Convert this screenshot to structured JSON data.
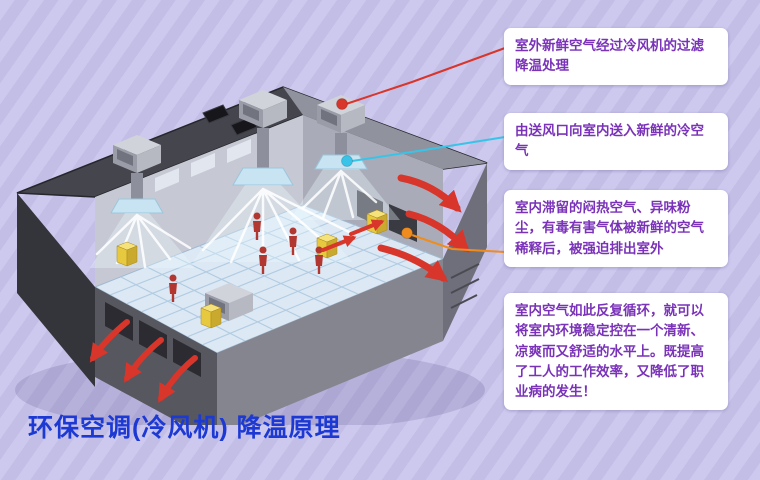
{
  "title": {
    "text": "环保空调(冷风机)  降温原理",
    "color": "#1d39d4"
  },
  "callouts": [
    {
      "text": "室外新鲜空气经过冷风机的过滤降温处理",
      "dot_color": "#d8352b"
    },
    {
      "text": "由送风口向室内送入新鲜的冷空气",
      "dot_color": "#38c4e8"
    },
    {
      "text": "室内滞留的闷热空气、异味粉尘，有毒有害气体被新鲜的空气稀释后，被强迫排出室外",
      "dot_color": "#f08c1e"
    },
    {
      "text": "室内空气如此反复循环，就可以将室内环境稳定控在一个清新、凉爽而又舒适的水平上。既提高了工人的工作效率，又降低了职业病的发生！"
    }
  ],
  "colors": {
    "background": "#c6c2e8",
    "callout_text_purple": "#7a33b8",
    "title_blue": "#1d39d4",
    "exhaust_arrow_red": "#d8352b",
    "supply_air_cyan": "#38c4e8",
    "stale_air_orange": "#f08c1e"
  }
}
